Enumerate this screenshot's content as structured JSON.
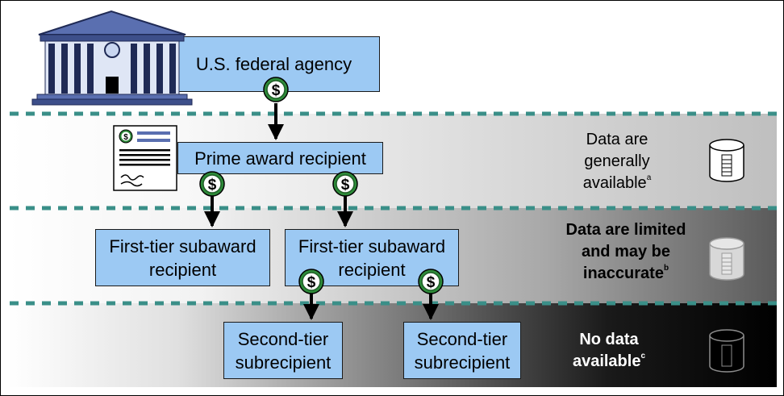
{
  "boxes": {
    "agency": "U.S. federal agency",
    "prime": "Prime award recipient",
    "first_tier_1": [
      "First-tier subaward",
      "recipient"
    ],
    "first_tier_2": [
      "First-tier subaward",
      "recipient"
    ],
    "second_tier_1": [
      "Second-tier",
      "subrecipient"
    ],
    "second_tier_2": [
      "Second-tier",
      "subrecipient"
    ]
  },
  "availability": {
    "generally": {
      "lines": [
        "Data are",
        "generally",
        "available"
      ],
      "note": "a"
    },
    "limited": {
      "lines": [
        "Data are limited",
        "and may be",
        "inaccurate"
      ],
      "note": "b"
    },
    "none": {
      "lines": [
        "No data",
        "available"
      ],
      "note": "c"
    }
  },
  "icons": {
    "dollar": "dollar-coin-icon",
    "building": "federal-building-icon",
    "document": "award-document-icon",
    "database": "database-icon"
  },
  "colors": {
    "box_fill": "#9cc9f3",
    "coin": "#2e8b3a",
    "divider": "#3a8f88"
  }
}
